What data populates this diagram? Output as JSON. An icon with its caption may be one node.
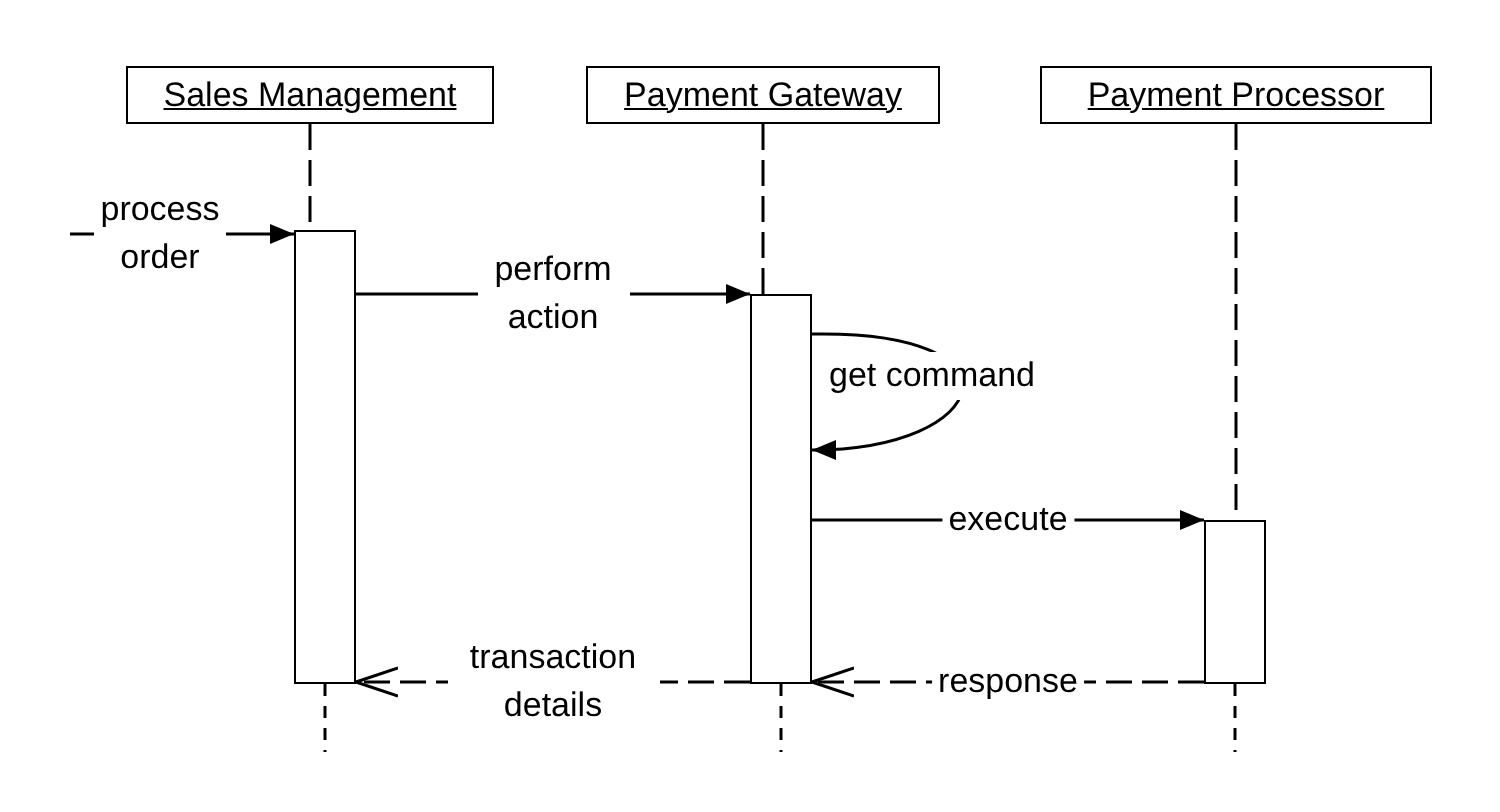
{
  "diagram": {
    "nodes": [
      {
        "text": [
          "Sales Management"
        ]
      },
      {
        "text": [
          "Payment Gateway"
        ]
      },
      {
        "text": [
          "Payment Processor"
        ]
      },
      {
        "text": [],
        "shape": "bar"
      },
      {
        "text": [],
        "shape": "bar"
      },
      {
        "text": [],
        "shape": "bar"
      }
    ],
    "edges": [
      {
        "from": 0,
        "to": 3,
        "arrow": "none",
        "style": "dashed"
      },
      {
        "from": 1,
        "to": 4,
        "arrow": "none",
        "style": "dashed"
      },
      {
        "from": 2,
        "to": 5,
        "arrow": "none",
        "style": "dashed"
      },
      {
        "from": null,
        "to": 3,
        "arrow": "to",
        "label": "process order"
      },
      {
        "from": 3,
        "to": 4,
        "arrow": "to",
        "label": "perform action"
      },
      {
        "from": 4,
        "to": 4,
        "arrow": "to",
        "label": "get command"
      },
      {
        "from": 4,
        "to": 5,
        "arrow": "to",
        "label": "execute"
      },
      {
        "from": 5,
        "to": 4,
        "arrow": "to",
        "label": "response",
        "style": "dashed"
      },
      {
        "from": 4,
        "to": 3,
        "arrow": "to",
        "label": "transaction details",
        "style": "dashed"
      }
    ]
  }
}
